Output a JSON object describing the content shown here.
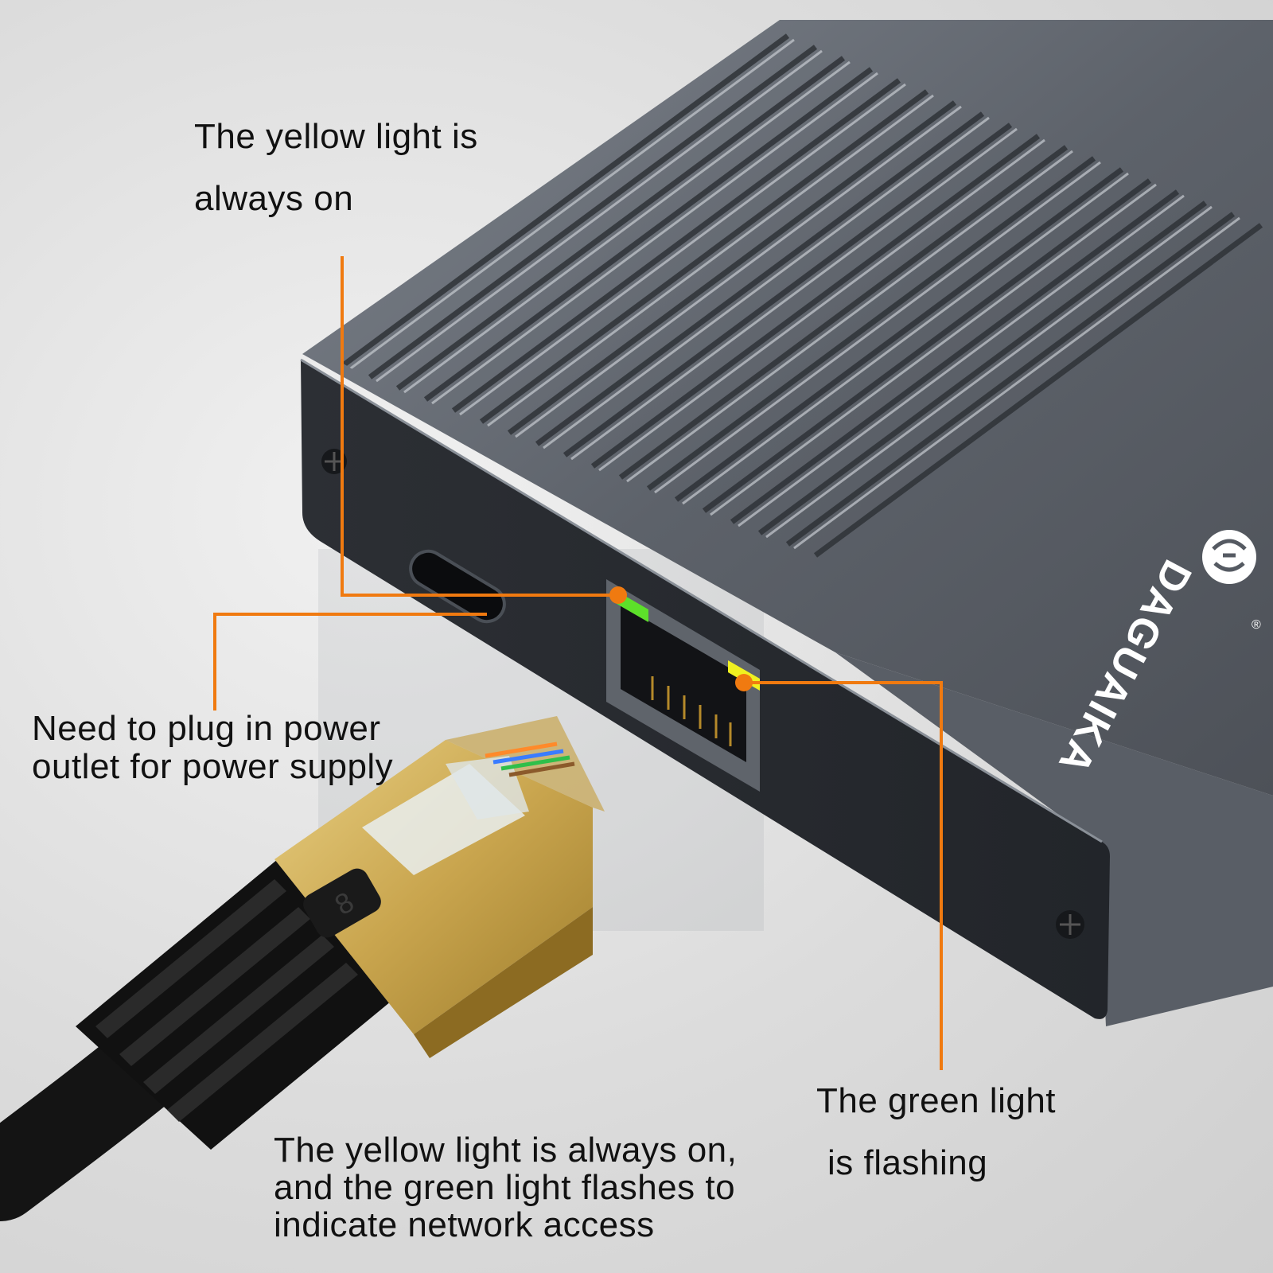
{
  "product": {
    "brand": "DAGUAIKA",
    "registered_mark": "®",
    "cable_category": "8"
  },
  "callouts": {
    "yellow_light": [
      "The yellow light is",
      "always on"
    ],
    "power_supply": [
      "Need to plug in power",
      "outlet for power supply"
    ],
    "green_light": [
      "The green light",
      "is flashing"
    ],
    "summary": [
      "The yellow light is always on,",
      "and the green light flashes to",
      "indicate network access"
    ]
  },
  "colors": {
    "callout_line": "#f07a10",
    "enclosure": "#3a3e45",
    "led_green": "#5de02a",
    "led_yellow": "#f0f020",
    "plug_gold": "#d4b25a",
    "cable_black": "#141414"
  }
}
